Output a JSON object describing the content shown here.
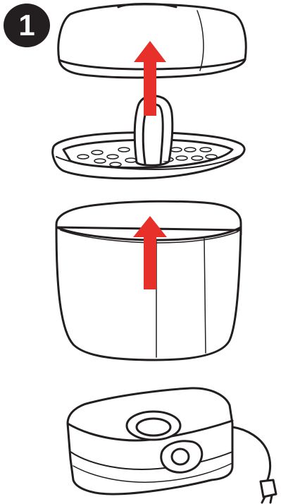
{
  "step": {
    "number": "1"
  },
  "colors": {
    "outline": "#231f20",
    "arrow": "#e8302a",
    "fill": "#ffffff"
  },
  "parts": [
    "lid",
    "basket-tray",
    "container",
    "heating-base",
    "power-cord-plug"
  ],
  "arrows": [
    {
      "name": "lift-lid-arrow",
      "direction": "up"
    },
    {
      "name": "lift-basket-arrow",
      "direction": "up"
    }
  ]
}
